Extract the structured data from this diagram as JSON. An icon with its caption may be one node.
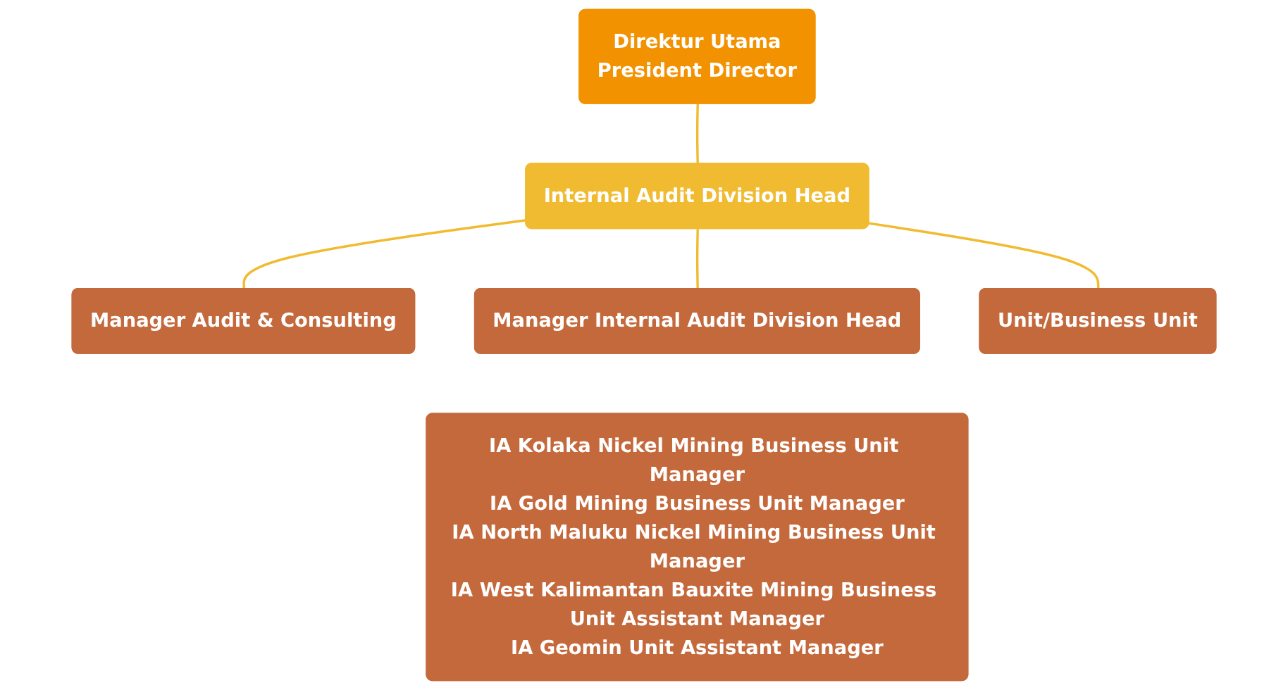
{
  "diagram": {
    "nodes": [
      {
        "text": [
          "Direktur Utama",
          "President Director"
        ]
      },
      {
        "text": [
          "Internal Audit Division Head"
        ]
      },
      {
        "text": [
          "Manager Audit & Consulting"
        ]
      },
      {
        "text": [
          "Manager Internal Audit Division Head"
        ]
      },
      {
        "text": [
          "Unit/Business Unit"
        ]
      },
      {
        "text": [
          "IA Kolaka Nickel Mining Business Unit Manager",
          "IA Gold Mining Business Unit Manager",
          "IA North Maluku Nickel Mining Business Unit Manager",
          "IA West Kalimantan Bauxite Mining Business Unit Assistant Manager",
          "IA Geomin Unit Assistant Manager"
        ]
      }
    ],
    "edges": [
      {
        "from": 0,
        "to": 1,
        "arrow": "none"
      },
      {
        "from": 1,
        "to": 2,
        "arrow": "none"
      },
      {
        "from": 1,
        "to": 3,
        "arrow": "none"
      },
      {
        "from": 1,
        "to": 4,
        "arrow": "none"
      }
    ]
  }
}
